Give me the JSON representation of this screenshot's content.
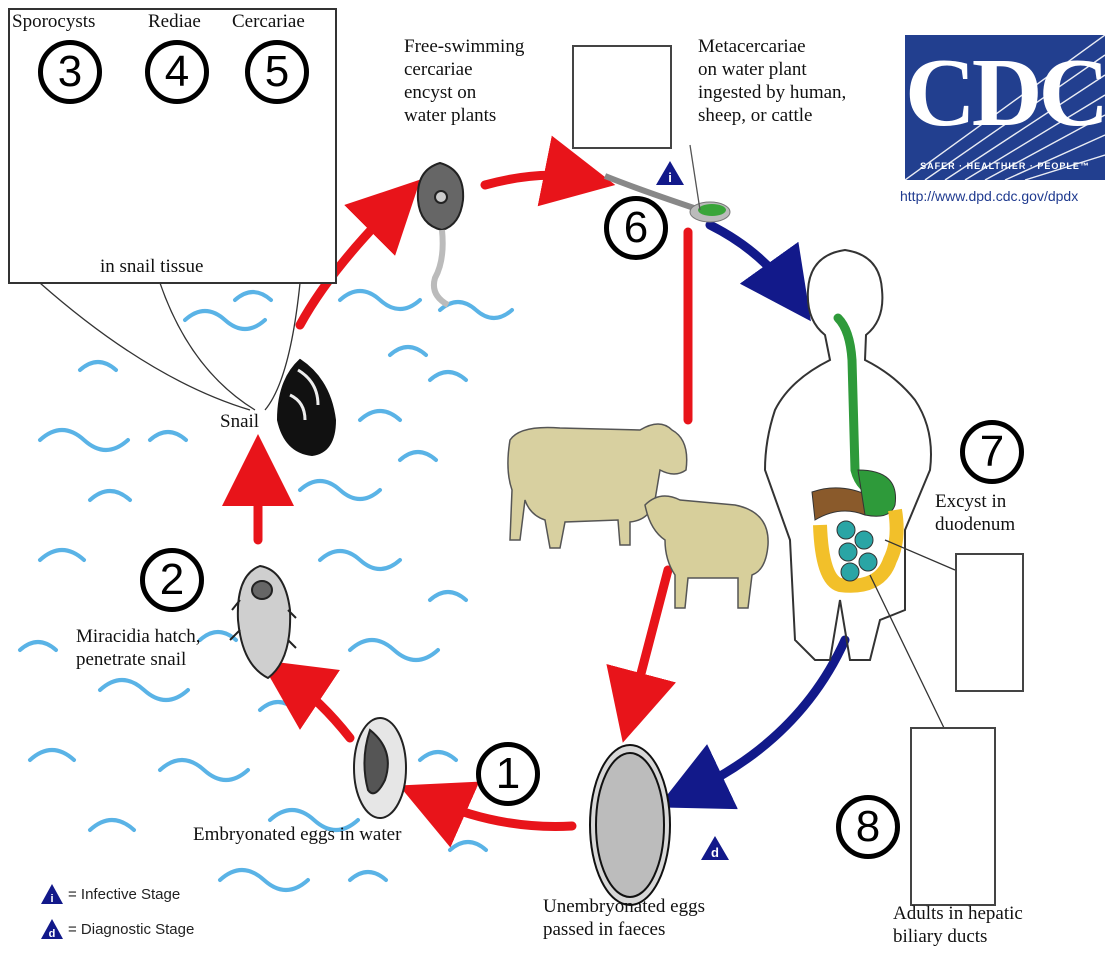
{
  "logo": {
    "text": "CDC",
    "tagline": "SAFER · HEALTHIER · PEOPLE™",
    "url": "http://www.dpd.cdc.gov/dpdx"
  },
  "inset": {
    "stages": [
      {
        "number": "3",
        "label": "Sporocysts"
      },
      {
        "number": "4",
        "label": "Rediae"
      },
      {
        "number": "5",
        "label": "Cercariae"
      }
    ],
    "caption": "in snail tissue"
  },
  "labels": {
    "free_swimming": "Free-swimming\ncercariae\nencyst on\nwater plants",
    "metacercariae": "Metacercariae\non water plant\ningested by human,\nsheep, or cattle",
    "snail": "Snail",
    "excyst": "Excyst in\nduodenum",
    "miracidia": "Miracidia hatch,\npenetrate snail",
    "embryonated": "Embryonated eggs in water",
    "unembryonated": "Unembryonated eggs\npassed in faeces",
    "adults": "Adults in hepatic\nbiliary ducts"
  },
  "numbers": {
    "n1": "1",
    "n2": "2",
    "n6": "6",
    "n7": "7",
    "n8": "8"
  },
  "markers": {
    "infective": "i",
    "diagnostic": "d"
  },
  "legend": {
    "infective": "= Infective Stage",
    "diagnostic": "= Diagnostic Stage"
  },
  "colors": {
    "arrow_red": "#e8141a",
    "arrow_blue": "#12198a",
    "water": "#5ab3e6",
    "logo_blue": "#223f8f",
    "intestine_green": "#2e9a3a",
    "liver": "#8a5a2b",
    "colon": "#f2c02a",
    "small_intestine": "#2aa5a5"
  }
}
